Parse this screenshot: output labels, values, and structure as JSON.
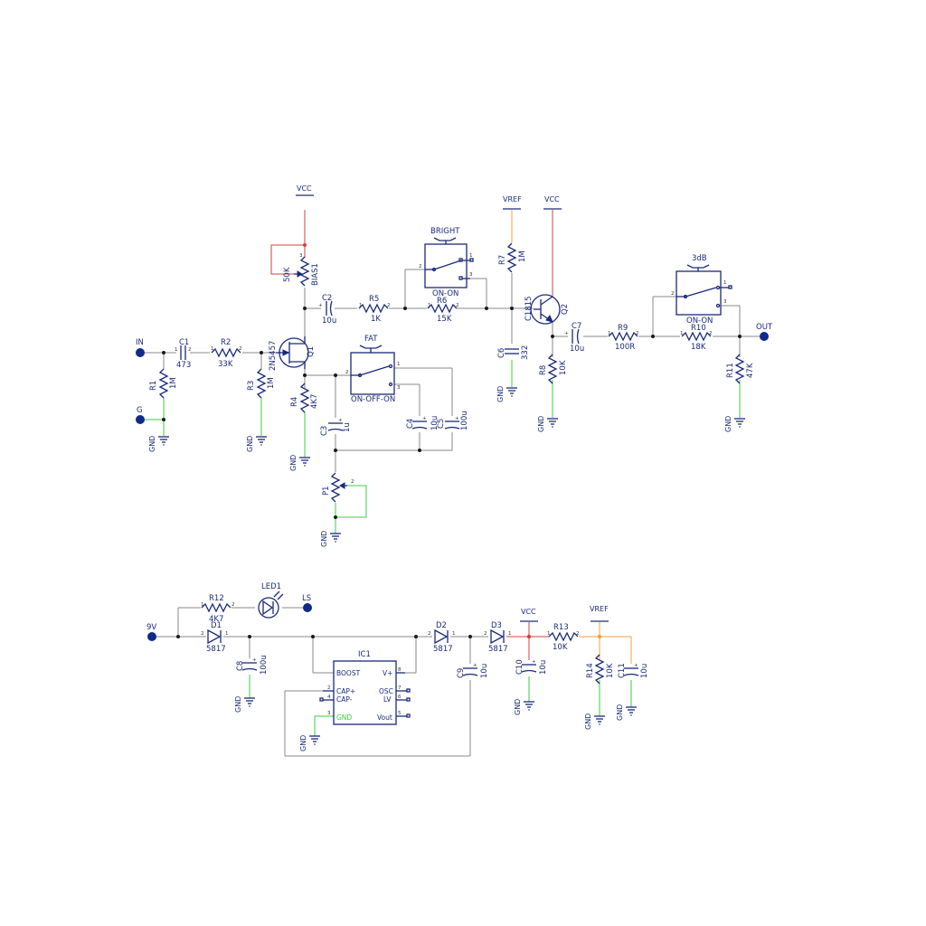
{
  "ports": {
    "in": "IN",
    "g": "G",
    "out": "OUT",
    "nine_v": "9V",
    "ls": "LS"
  },
  "power": {
    "vcc": "VCC",
    "vref": "VREF",
    "gnd": "GND"
  },
  "components": {
    "c1": {
      "ref": "C1",
      "value": "473"
    },
    "r2": {
      "ref": "R2",
      "value": "33K"
    },
    "r1": {
      "ref": "R1",
      "value": "1M"
    },
    "r3": {
      "ref": "R3",
      "value": "1M"
    },
    "q1": {
      "ref": "Q1",
      "value": "2N5457"
    },
    "bias1": {
      "ref": "BIAS1",
      "value": "50K"
    },
    "c2": {
      "ref": "C2",
      "value": "10u"
    },
    "r5": {
      "ref": "R5",
      "value": "1K"
    },
    "r6": {
      "ref": "R6",
      "value": "15K"
    },
    "bright": {
      "ref": "BRIGHT",
      "value": "ON-ON"
    },
    "fat": {
      "ref": "FAT",
      "value": "ON-OFF-ON"
    },
    "r4": {
      "ref": "R4",
      "value": "4K7"
    },
    "c3": {
      "ref": "C3",
      "value": "1u"
    },
    "c4": {
      "ref": "C4",
      "value": "10u"
    },
    "c5": {
      "ref": "C5",
      "value": "100u"
    },
    "p1": {
      "ref": "P1"
    },
    "r7": {
      "ref": "R7",
      "value": "1M"
    },
    "c6": {
      "ref": "C6",
      "value": "332"
    },
    "q2": {
      "ref": "Q2",
      "value": "C1815"
    },
    "r8": {
      "ref": "R8",
      "value": "10K"
    },
    "c7": {
      "ref": "C7",
      "value": "10u"
    },
    "r9": {
      "ref": "R9",
      "value": "100R"
    },
    "sw3db": {
      "ref": "3dB",
      "value": "ON-ON"
    },
    "r10": {
      "ref": "R10",
      "value": "18K"
    },
    "r11": {
      "ref": "R11",
      "value": "47K"
    },
    "r12": {
      "ref": "R12",
      "value": "4K7"
    },
    "led1": {
      "ref": "LED1"
    },
    "d1": {
      "ref": "D1",
      "value": "5817"
    },
    "c8": {
      "ref": "C8",
      "value": "100u"
    },
    "d2": {
      "ref": "D2",
      "value": "5817"
    },
    "d3": {
      "ref": "D3",
      "value": "5817"
    },
    "c9": {
      "ref": "C9",
      "value": "10u"
    },
    "c10": {
      "ref": "C10",
      "value": "10u"
    },
    "r13": {
      "ref": "R13",
      "value": "10K"
    },
    "r14": {
      "ref": "R14",
      "value": "10K"
    },
    "c11": {
      "ref": "C11",
      "value": "10u"
    }
  },
  "ic1": {
    "ref": "IC1",
    "pins": {
      "boost": "BOOST",
      "vplus": "V+",
      "capp": "CAP+",
      "osc": "OSC",
      "capm": "CAP-",
      "lv": "LV",
      "gnd": "GND",
      "vout": "Vout"
    }
  },
  "colors": {
    "wire": "#8a8a8a",
    "power_wire": "#d04040",
    "gnd_wire": "#3ccc3c",
    "vref_wire": "#f0a040",
    "symbol": "#1a2a7a",
    "terminal": "#0f2a8a"
  }
}
